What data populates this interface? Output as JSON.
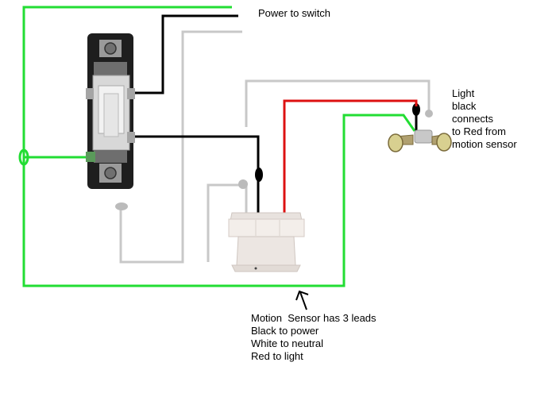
{
  "labels": {
    "power_to_switch": "Power to switch",
    "light_note": [
      "Light",
      "black",
      "connects",
      "to Red from",
      "motion sensor"
    ],
    "sensor_note": [
      "Motion  Sensor has 3 leads",
      "Black to power",
      "White to neutral",
      "Red to light"
    ]
  },
  "wire_colors": {
    "ground": "#22dd33",
    "hot": "#000000",
    "neutral": "#c8c8c8",
    "to_light": "#dd1111"
  },
  "icons": [
    "toggle-switch-icon",
    "motion-sensor-icon",
    "flood-light-icon",
    "arrow-up-icon",
    "wire-nut-icon"
  ]
}
